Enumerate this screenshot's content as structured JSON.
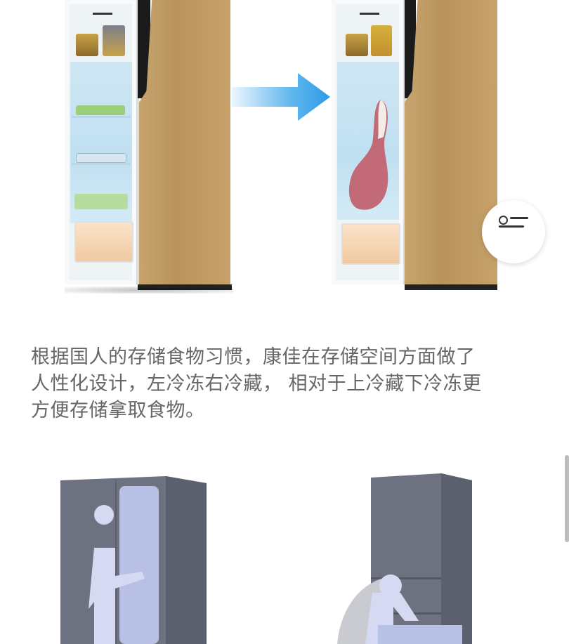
{
  "description": {
    "line1": "根据国人的存储食物习惯，康佳在存储空间方面做了",
    "line2": "人性化设计，左冷冻右冷藏， 相对于上冷藏下冷冻更",
    "line3": "方便存储拿取食物。"
  },
  "colors": {
    "door_gold": "#b9935c",
    "freezer_blue": "#bfe0f1",
    "arrow_blue": "#3aa6ea",
    "text_gray": "#666666",
    "illustration_gray": "#6b6e7c",
    "figure_light": "#c7cde8"
  },
  "icons": {
    "arrow": "arrow-right-icon",
    "menu": "list-menu-icon"
  }
}
